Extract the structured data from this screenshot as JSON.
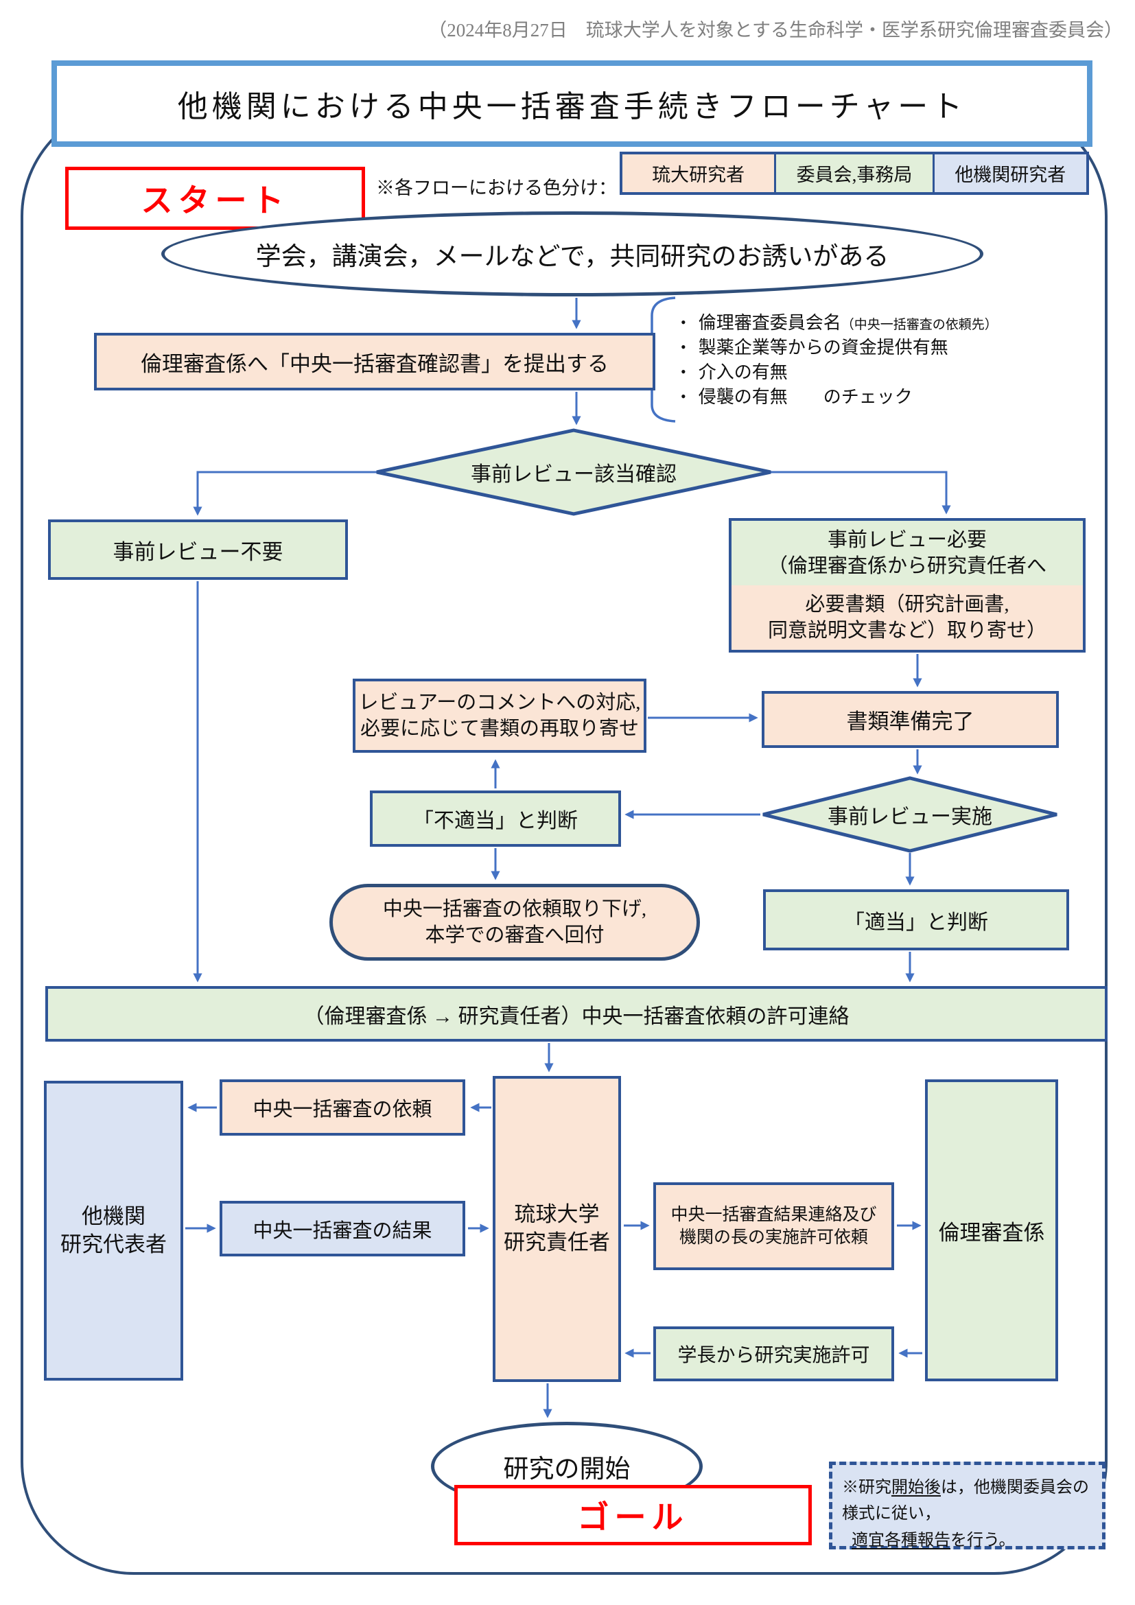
{
  "header": {
    "credit": "（2024年8月27日　琉球大学人を対象とする生命科学・医学系研究倫理審査委員会）"
  },
  "title": "他機関における中央一括審査手続きフローチャート",
  "start_label": "スタート",
  "goal_label": "ゴール",
  "legend": {
    "label": "※各フローにおける色分け：",
    "items": [
      {
        "label": "琉大研究者",
        "color": "#FBE5D6"
      },
      {
        "label": "委員会,事務局",
        "color": "#E2EFDA"
      },
      {
        "label": "他機関研究者",
        "color": "#DAE3F3"
      }
    ]
  },
  "nodes": {
    "invitation": "学会，講演会，メールなどで，共同研究のお誘いがある",
    "submit_form": "倫理審査係へ「中央一括審査確認書」を提出する",
    "check_item1_main": "倫理審査委員会名",
    "check_item1_sub": "（中央一括審査の依頼先）",
    "check_item2": "製薬企業等からの資金提供有無",
    "check_item3": "介入の有無",
    "check_item4": "侵襲の有無　　のチェック",
    "prereview_check": "事前レビュー該当確認",
    "prereview_not_needed": "事前レビュー不要",
    "prereview_needed_line1": "事前レビュー必要",
    "prereview_needed_line2": "（倫理審査係から研究責任者へ",
    "documents_line1": "必要書類（研究計画書,",
    "documents_line2": "同意説明文書など）取り寄せ）",
    "reviewer_comment_line1": "レビュアーのコメントへの対応,",
    "reviewer_comment_line2": "必要に応じて書類の再取り寄せ",
    "docs_ready": "書類準備完了",
    "prereview_conduct": "事前レビュー実施",
    "judged_inappropriate": "「不適当」と判断",
    "withdraw_line1": "中央一括審査の依頼取り下げ,",
    "withdraw_line2": "本学での審査へ回付",
    "judged_appropriate": "「適当」と判断",
    "permission_bar": "（倫理審査係 → 研究責任者）中央一括審査依頼の許可連絡",
    "other_institution_line1": "他機関",
    "other_institution_line2": "研究代表者",
    "central_review_request": "中央一括審査の依頼",
    "central_review_result": "中央一括審査の結果",
    "ryukyu_line1": "琉球大学",
    "ryukyu_line2": "研究責任者",
    "result_notice_line1": "中央一括審査結果連絡及び",
    "result_notice_line2": "機関の長の実施許可依頼",
    "ethics_section": "倫理審査係",
    "president_permission": "学長から研究実施許可",
    "research_start": "研究の開始"
  },
  "note": {
    "seg1": "※研究",
    "seg2": "開始後",
    "seg3": "は，他機関委員会の様式に従い，",
    "seg4": "適宜各種報告",
    "seg5": "を行う。"
  },
  "colors": {
    "ryudai_researcher_fill": "#FBE5D6",
    "committee_fill": "#E2EFDA",
    "other_institution_fill": "#DAE3F3",
    "box_border": "#2F5597",
    "outline_border": "#2F4E79",
    "arrow": "#4472C4",
    "title_border": "#5B9BD5",
    "start_goal": "#FF0000",
    "header_gray": "#7F7F7F"
  }
}
